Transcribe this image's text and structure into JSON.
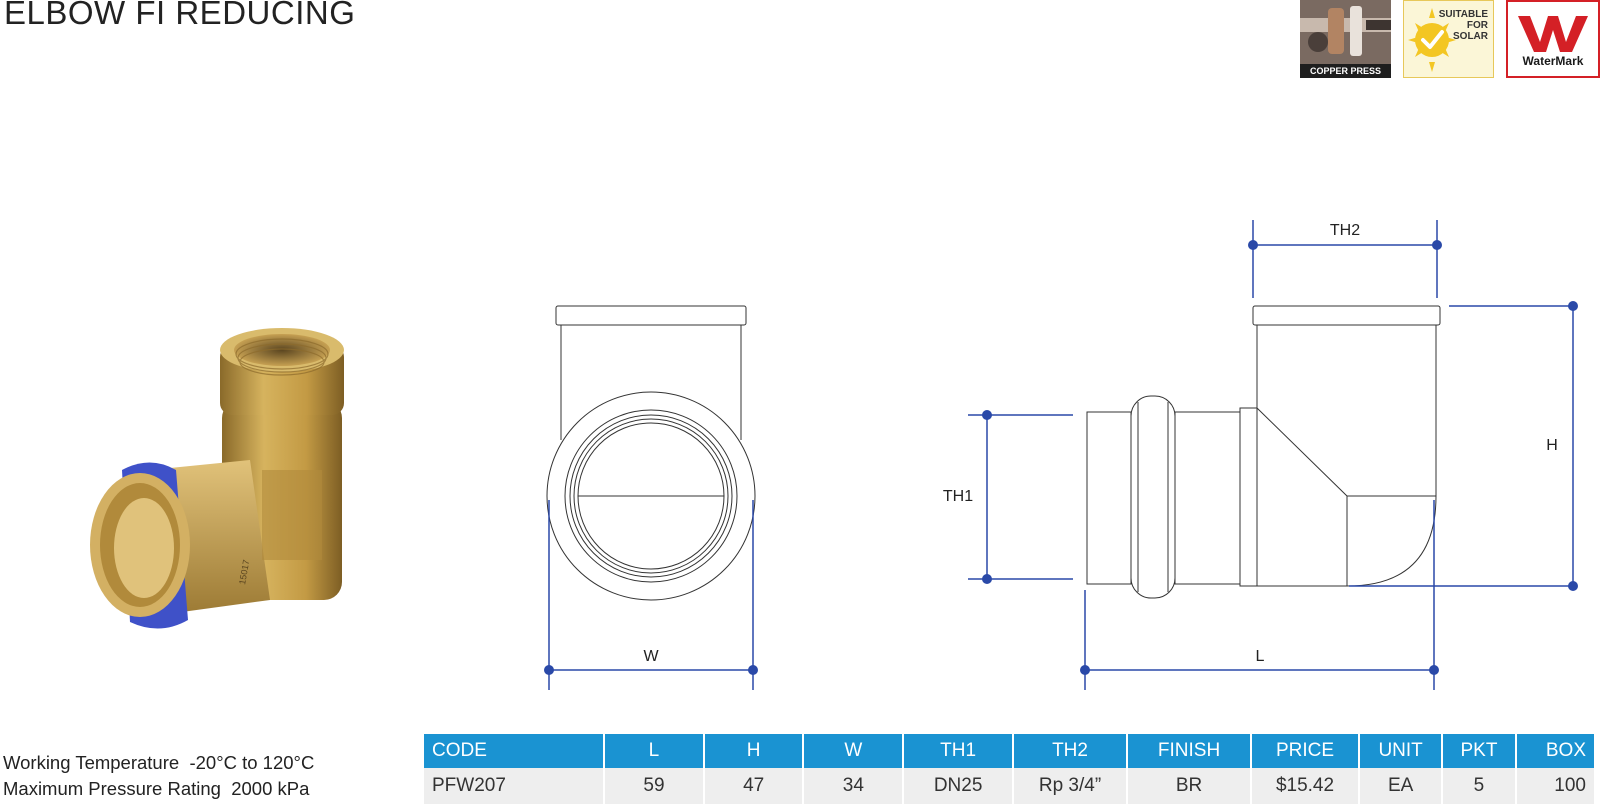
{
  "title": "ELBOW FI REDUCING",
  "badges": {
    "copper_press": "COPPER PRESS",
    "solar": [
      "SUITABLE",
      "FOR",
      "SOLAR"
    ],
    "watermark": "WaterMark"
  },
  "diagram_labels": {
    "w": "W",
    "th1": "TH1",
    "th2": "TH2",
    "l": "L",
    "h": "H",
    "fitting_stamp": "15017"
  },
  "specs": {
    "temperature_label": "Working Temperature",
    "temperature_value": "-20°C to 120°C",
    "pressure_label": "Maximum Pressure Rating",
    "pressure_value": "2000 kPa"
  },
  "table": {
    "headers": [
      "CODE",
      "L",
      "H",
      "W",
      "TH1",
      "TH2",
      "FINISH",
      "PRICE",
      "UNIT",
      "PKT",
      "BOX"
    ],
    "rows": [
      [
        "PFW207",
        "59",
        "47",
        "34",
        "DN25",
        "Rp 3/4”",
        "BR",
        "$15.42",
        "EA",
        "5",
        "100"
      ]
    ]
  },
  "colors": {
    "header_blue": "#1a93d2",
    "dimension_blue": "#2a49a8",
    "brass": "#c9a24a",
    "press_ring": "#3f51c8",
    "watermark_red": "#d42026",
    "solar_yellow": "#f3c623"
  },
  "icons": [
    "copper-press-logo",
    "solar-sun-check-icon",
    "watermark-logo"
  ]
}
